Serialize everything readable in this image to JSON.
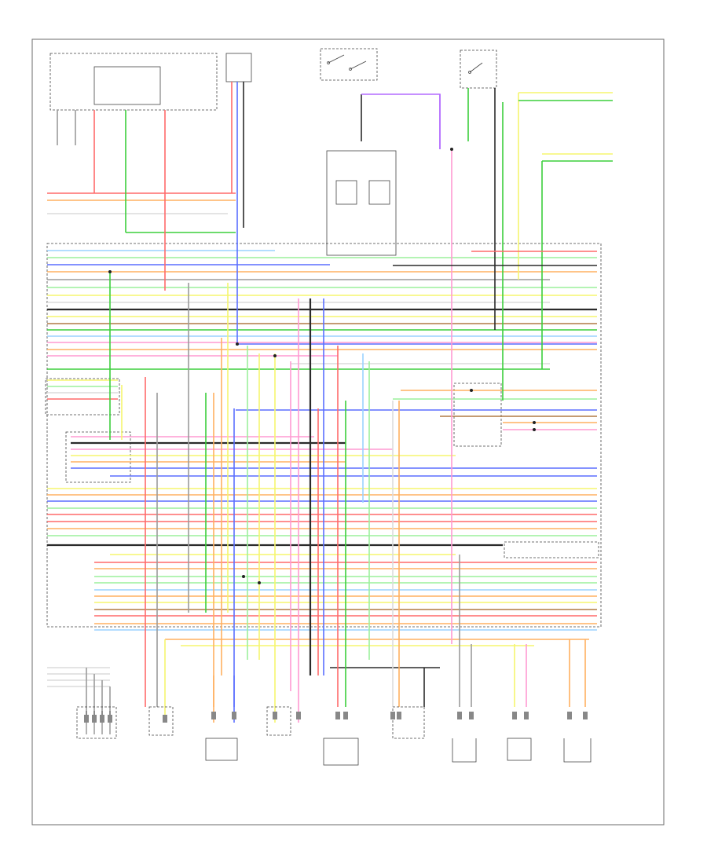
{
  "diagram": {
    "page_tag": "",
    "wire_colors": {
      "red": "#ff6a6a",
      "green": "#3ccf3c",
      "light_green": "#9cf09c",
      "blue": "#5b6fff",
      "light_blue": "#9ad2ff",
      "yellow": "#f5f56e",
      "orange": "#ffb060",
      "brown": "#b07a45",
      "pink": "#ff9ad2",
      "violet": "#b46cff",
      "gray": "#9b9b9b",
      "black": "#2b2b2b",
      "white": "#dcdcdc"
    },
    "bottom_components": [
      {
        "id": "c1"
      },
      {
        "id": "c2"
      },
      {
        "id": "c3"
      },
      {
        "id": "c4"
      },
      {
        "id": "c5"
      },
      {
        "id": "c6"
      },
      {
        "id": "c7"
      },
      {
        "id": "c8"
      },
      {
        "id": "c9"
      }
    ]
  }
}
